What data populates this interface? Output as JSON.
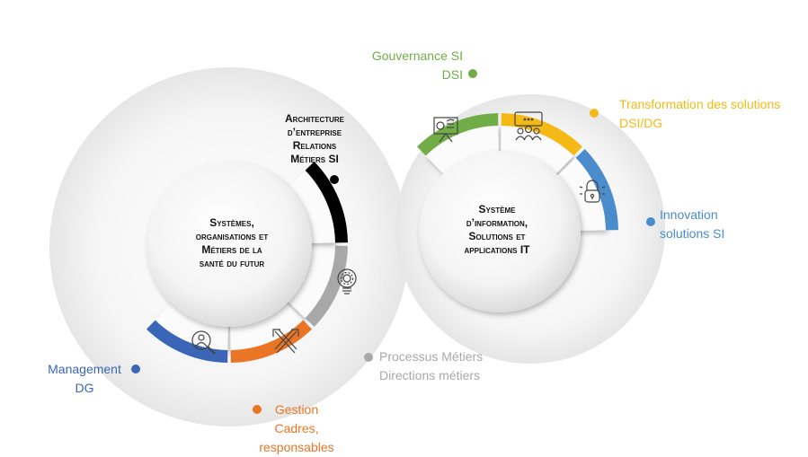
{
  "colors": {
    "green": "#70ad47",
    "yellow": "#f4b914",
    "blue_right": "#4a8ccc",
    "blue_left": "#3b66b8",
    "orange": "#ea7525",
    "gray": "#a8a8a8",
    "black": "#000000"
  },
  "left_ring": {
    "center_title": [
      "Systèmes,",
      "organisations et",
      "Métiers de la",
      "santé du futur"
    ],
    "segments": [
      {
        "id": "management",
        "color": "blue_left",
        "icon": "person-search-icon"
      },
      {
        "id": "gestion",
        "color": "orange",
        "icon": "crossing-arrows-icon"
      },
      {
        "id": "processus",
        "color": "gray",
        "icon": "lightbulb-gear-icon"
      },
      {
        "id": "architecture",
        "color": "black",
        "icon": ""
      }
    ]
  },
  "right_ring": {
    "center_title": [
      "Système",
      "d’information,",
      "Solutions et",
      "applications IT"
    ],
    "segments": [
      {
        "id": "gouvernance",
        "color": "green",
        "icon": "presentation-board-icon"
      },
      {
        "id": "transformation",
        "color": "yellow",
        "icon": "meeting-chat-icon"
      },
      {
        "id": "innovation",
        "color": "blue_right",
        "icon": "padlock-icon"
      }
    ]
  },
  "labels": {
    "gouvernance": [
      "Gouvernance SI",
      "DSI"
    ],
    "transformation": [
      "Transformation des solutions",
      "DSI/DG"
    ],
    "architecture": [
      "Architecture",
      "d’entreprise",
      "Relations",
      "Métiers SI"
    ],
    "innovation": [
      "Innovation",
      "solutions SI"
    ],
    "processus": [
      "Processus Métiers",
      "Directions métiers"
    ],
    "management": [
      "Management",
      "DG"
    ],
    "gestion": [
      "Gestion",
      "Cadres,",
      "responsables"
    ]
  }
}
